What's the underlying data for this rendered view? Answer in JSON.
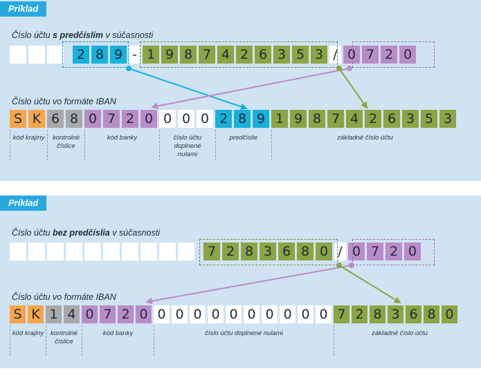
{
  "example1": {
    "badge": "Príklad",
    "heading_pre": "Číslo účtu ",
    "heading_bold": "s predčíslím",
    "heading_post": " v súčasnosti",
    "account_cells": [
      "",
      "",
      "",
      "2",
      "8",
      "9",
      "-",
      "1",
      "9",
      "8",
      "7",
      "4",
      "2",
      "6",
      "3",
      "5",
      "3",
      "/",
      "0",
      "7",
      "2",
      "0"
    ],
    "iban_heading": "Číslo účtu vo formáte IBAN",
    "iban_cells": [
      "S",
      "K",
      "6",
      "8",
      "0",
      "7",
      "2",
      "0",
      "0",
      "0",
      "0",
      "2",
      "8",
      "9",
      "1",
      "9",
      "8",
      "7",
      "4",
      "2",
      "6",
      "3",
      "5",
      "3"
    ],
    "labels": [
      "kód krajiny",
      "kontrolné číslice",
      "kód banky",
      "číslo účtu doplnené nulami",
      "predčíslie",
      "základné číslo účtu"
    ]
  },
  "example2": {
    "badge": "Príklad",
    "heading_pre": "Číslo účtu ",
    "heading_bold": "bez predčíslia",
    "heading_post": " v súčasnosti",
    "account_cells": [
      "",
      "",
      "",
      "",
      "",
      "",
      "",
      "",
      "",
      "",
      "7",
      "2",
      "8",
      "3",
      "6",
      "8",
      "0",
      "/",
      "0",
      "7",
      "2",
      "0"
    ],
    "iban_heading": "Číslo účtu vo formáte IBAN",
    "iban_cells": [
      "S",
      "K",
      "1",
      "4",
      "0",
      "7",
      "2",
      "0",
      "0",
      "0",
      "0",
      "0",
      "0",
      "0",
      "0",
      "0",
      "0",
      "0",
      "7",
      "2",
      "8",
      "3",
      "6",
      "8",
      "0"
    ],
    "labels": [
      "kód krajiny",
      "kontrolné číslice",
      "kód banky",
      "číslo účtu doplnené nulami",
      "základné číslo účtu"
    ]
  },
  "colors": {
    "prefix": "#17b1dc",
    "base": "#8ba444",
    "bank": "#b98cc8",
    "country": "#f6a54b",
    "check": "#a9a9a9",
    "badge": "#29a8df",
    "panel": "#cfe3f3"
  }
}
